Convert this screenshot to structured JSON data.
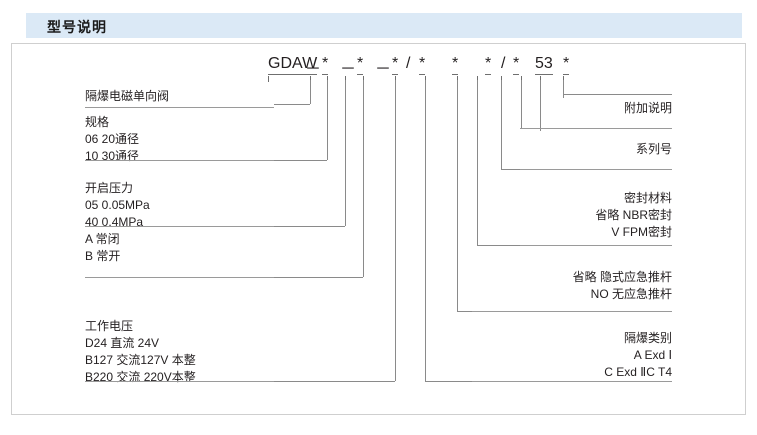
{
  "header": {
    "title": "型号说明"
  },
  "model_code": {
    "tokens": [
      {
        "text": "GDAW",
        "underline": true
      },
      {
        "text": "－",
        "underline": false
      },
      {
        "text": "*",
        "underline": true
      },
      {
        "text": "－",
        "underline": false
      },
      {
        "text": "*",
        "underline": true
      },
      {
        "text": "－",
        "underline": false
      },
      {
        "text": "*",
        "underline": true
      },
      {
        "text": "/",
        "underline": false
      },
      {
        "text": "*",
        "underline": true
      },
      {
        "text": "*",
        "underline": true
      },
      {
        "text": "*",
        "underline": true
      },
      {
        "text": "/",
        "underline": false
      },
      {
        "text": "*",
        "underline": true
      },
      {
        "text": "53",
        "underline": true
      },
      {
        "text": "*",
        "underline": true
      }
    ]
  },
  "left_labels": [
    {
      "name": "product-name",
      "lines": [
        "隔爆电磁单向阀"
      ]
    },
    {
      "name": "specification",
      "lines": [
        "规格",
        "06   20通径",
        "10   30通径"
      ]
    },
    {
      "name": "opening-pressure",
      "lines": [
        "开启压力",
        "05   0.05MPa",
        "40   0.4MPa"
      ]
    },
    {
      "name": "valve-function",
      "lines": [
        "A   常闭",
        "B   常开"
      ]
    },
    {
      "name": "working-voltage",
      "lines": [
        "工作电压",
        "D24      直流 24V",
        "B127    交流127V 本整",
        "B220    交流 220V本整"
      ]
    }
  ],
  "right_labels": [
    {
      "name": "additional-notes",
      "lines": [
        "附加说明"
      ]
    },
    {
      "name": "series-number",
      "lines": [
        "系列号"
      ]
    },
    {
      "name": "sealing-material",
      "lines": [
        "密封材料",
        "省略   NBR密封",
        "V      FPM密封"
      ]
    },
    {
      "name": "emergency-push-rod",
      "lines": [
        "省略  隐式应急推杆",
        "NO    无应急推杆"
      ]
    },
    {
      "name": "explosion-proof-category",
      "lines": [
        "隔爆类别",
        "A             Exd Ⅰ",
        "C    Exd ⅡC T4"
      ]
    }
  ],
  "colors": {
    "header_bar": "#dbe9f6",
    "frame_border": "#cfcfcf",
    "line": "#8a8a8a",
    "text": "#231f20"
  }
}
